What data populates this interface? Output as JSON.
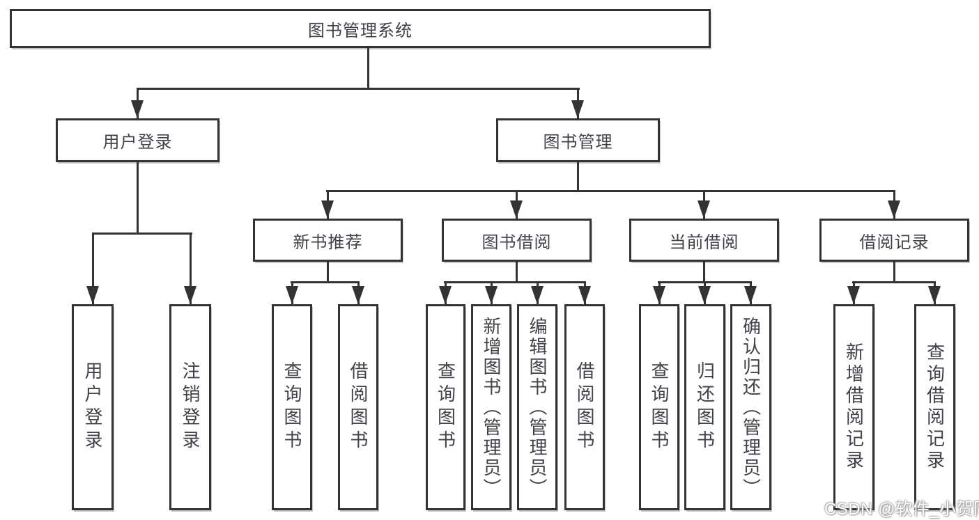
{
  "tree": {
    "label": "图书管理系统",
    "children": [
      {
        "label": "用户登录",
        "children": [
          {
            "label": "用户登录"
          },
          {
            "label": "注销登录"
          }
        ]
      },
      {
        "label": "图书管理",
        "children": [
          {
            "label": "新书推荐",
            "children": [
              {
                "label": "查询图书"
              },
              {
                "label": "借阅图书"
              }
            ]
          },
          {
            "label": "图书借阅",
            "children": [
              {
                "label": "查询图书"
              },
              {
                "label": "新增图书（管理员）"
              },
              {
                "label": "编辑图书（管理员）"
              },
              {
                "label": "借阅图书"
              }
            ]
          },
          {
            "label": "当前借阅",
            "children": [
              {
                "label": "查询图书"
              },
              {
                "label": "归还图书"
              },
              {
                "label": "确认归还（管理员）"
              }
            ]
          },
          {
            "label": "借阅记录",
            "children": [
              {
                "label": "新增借阅记录"
              },
              {
                "label": "查询借阅记录"
              }
            ]
          }
        ]
      }
    ]
  },
  "watermark": {
    "text": "CSDN @软件_小贺同学"
  },
  "colors": {
    "line": "#333333",
    "box_border": "#333333",
    "text": "#3f4248",
    "background": "#ffffff",
    "watermark_text": "#ffffff"
  }
}
